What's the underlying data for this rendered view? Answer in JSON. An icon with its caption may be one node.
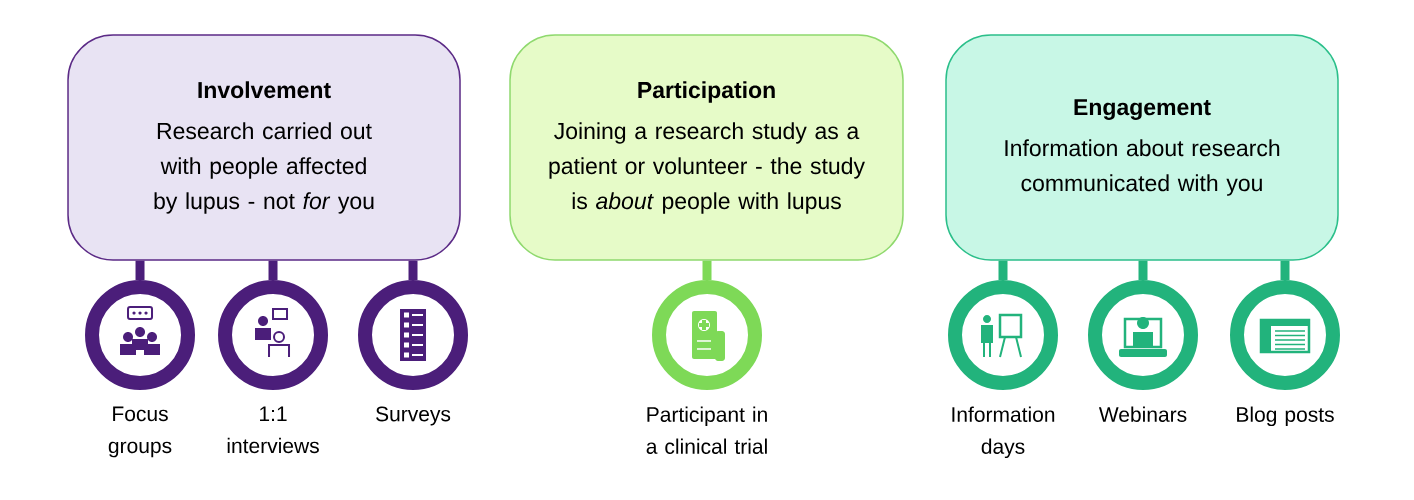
{
  "diagram": {
    "nodes": [
      {
        "text": [
          "Involvement",
          "Research carried out with people affected by lupus - not *for* you"
        ]
      },
      {
        "text": [
          "Participation",
          "Joining a research study as a patient or volunteer - the study is *about* people with lupus"
        ]
      },
      {
        "text": [
          "Engagement",
          "Information about research communicated with you"
        ]
      },
      {
        "text": [],
        "shape": "circle",
        "beside": [
          "Focus groups"
        ]
      },
      {
        "text": [],
        "shape": "circle",
        "beside": [
          "1:1 interviews"
        ]
      },
      {
        "text": [],
        "shape": "circle",
        "beside": [
          "Surveys"
        ]
      },
      {
        "text": [],
        "shape": "circle",
        "beside": [
          "Participant in a clinical trial"
        ]
      },
      {
        "text": [],
        "shape": "circle",
        "beside": [
          "Information days"
        ]
      },
      {
        "text": [],
        "shape": "circle",
        "beside": [
          "Webinars"
        ]
      },
      {
        "text": [],
        "shape": "circle",
        "beside": [
          "Blog posts"
        ]
      }
    ],
    "edges": [
      {
        "from": 0,
        "to": 3,
        "arrow": "none",
        "color": "#4b1e7a"
      },
      {
        "from": 0,
        "to": 4,
        "arrow": "none",
        "color": "#4b1e7a"
      },
      {
        "from": 0,
        "to": 5,
        "arrow": "none",
        "color": "#4b1e7a"
      },
      {
        "from": 1,
        "to": 6,
        "arrow": "none",
        "color": "#7ed957"
      },
      {
        "from": 2,
        "to": 7,
        "arrow": "none",
        "color": "#22b37c"
      },
      {
        "from": 2,
        "to": 8,
        "arrow": "none",
        "color": "#22b37c"
      },
      {
        "from": 2,
        "to": 9,
        "arrow": "none",
        "color": "#22b37c"
      }
    ]
  }
}
